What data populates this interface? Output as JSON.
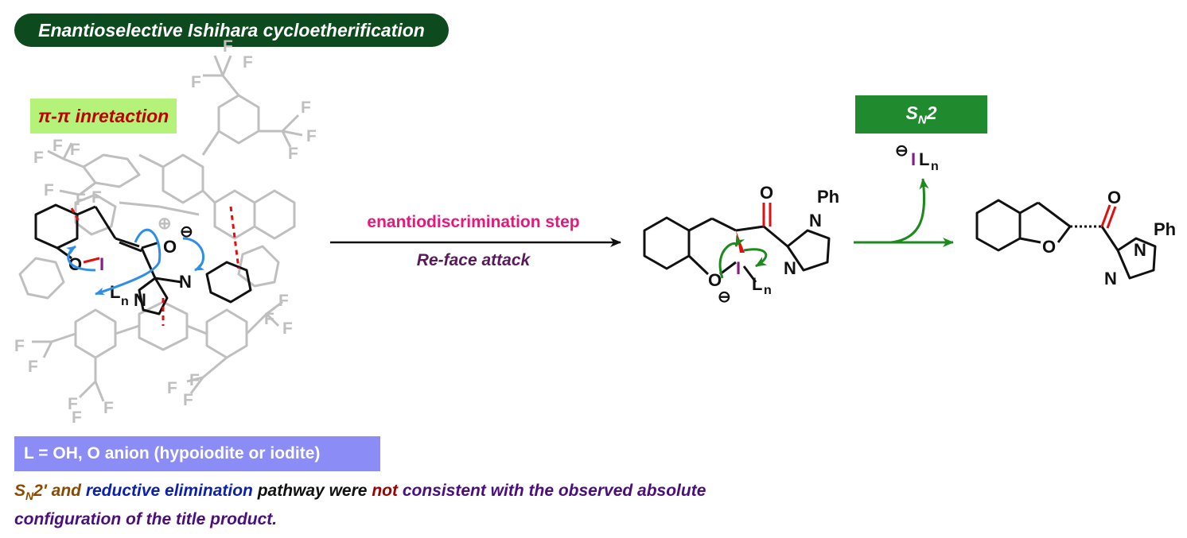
{
  "title": "Enantioselective Ishihara cycloetherification",
  "pi_label": "π-π inretaction",
  "sn2_label_main": "S",
  "sn2_label_sub": "N",
  "sn2_label_tail": "2",
  "arrow_label_top": "enantiodiscrimination step",
  "arrow_label_bottom": "Re-face attack",
  "ligand_box": "L = OH, O anion (hypoiodite or iodite)",
  "note": {
    "p1_main": "S",
    "p1_sub": "N",
    "p1_tail": "2' and",
    "p2": "reductive elimination",
    "p3": "pathway were",
    "p4": "not",
    "p5": "consistent with the observed absolute",
    "p6": "configuration of the title product."
  },
  "atoms": {
    "F": "F",
    "O": "O",
    "N": "N",
    "I": "I",
    "L": "L",
    "n": "n",
    "Ph": "Ph",
    "minus": "⊖",
    "plus": "⊕"
  },
  "colors": {
    "title_bg": "#0d4a1e",
    "pi_bg": "#b5f27a",
    "sn2_bg": "#1f8a2e",
    "ligand_bg": "#8b8cf5",
    "catalyst_gray": "#bfbfbf",
    "curved_arrow_blue": "#2f8fe8",
    "curved_arrow_green": "#1c8a1c",
    "iodine_purple": "#8a1a8a",
    "dashed_red": "#e01010"
  }
}
